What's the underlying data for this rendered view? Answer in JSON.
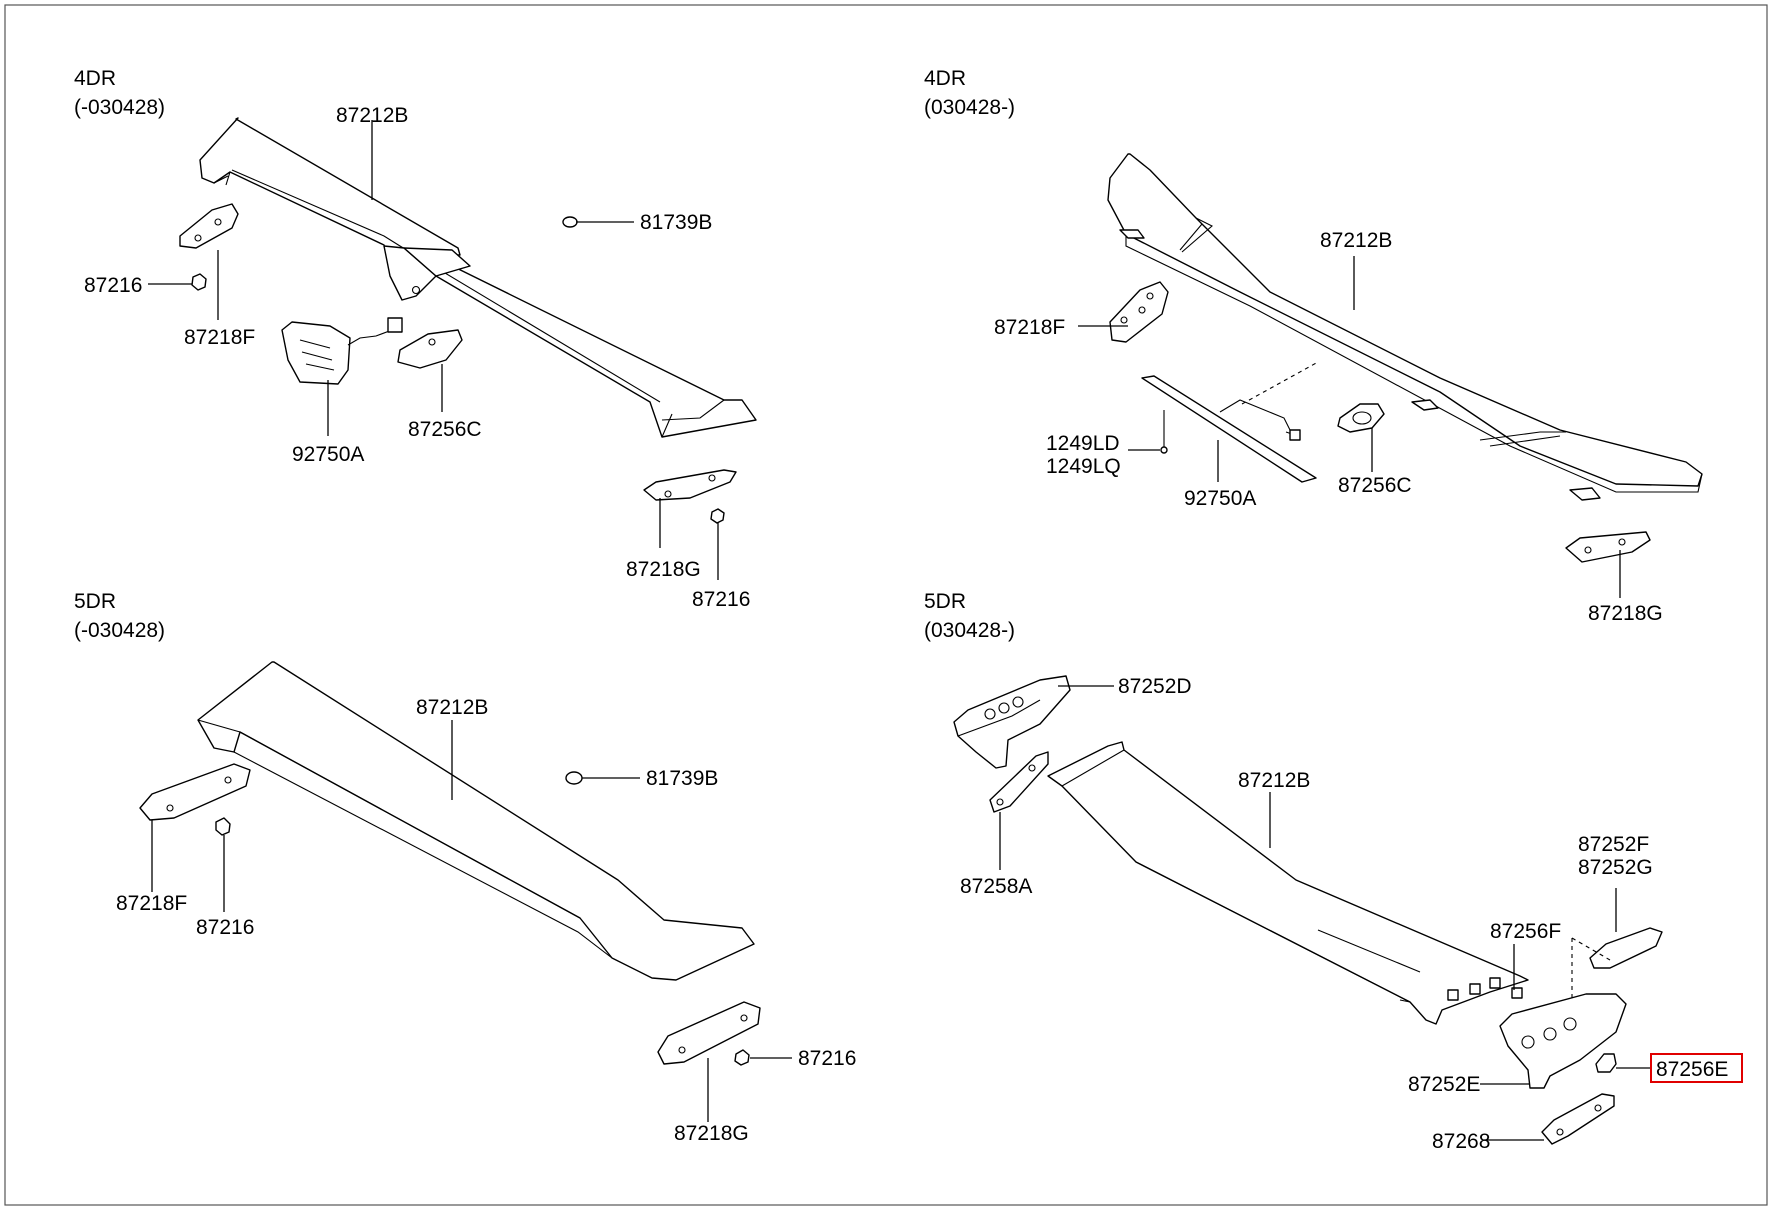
{
  "sections": {
    "tl": {
      "title": "4DR",
      "range": "(-030428)"
    },
    "tr": {
      "title": "4DR",
      "range": "(030428-)"
    },
    "bl": {
      "title": "5DR",
      "range": "(-030428)"
    },
    "br": {
      "title": "5DR",
      "range": "(030428-)"
    }
  },
  "labels": {
    "tl_87212B": "87212B",
    "tl_81739B": "81739B",
    "tl_87216_a": "87216",
    "tl_87218F": "87218F",
    "tl_92750A": "92750A",
    "tl_87256C": "87256C",
    "tl_87218G": "87218G",
    "tl_87216_b": "87216",
    "tr_87212B": "87212B",
    "tr_87218F": "87218F",
    "tr_1249LD": "1249LD",
    "tr_1249LQ": "1249LQ",
    "tr_92750A": "92750A",
    "tr_87256C": "87256C",
    "tr_87218G": "87218G",
    "bl_87212B": "87212B",
    "bl_81739B": "81739B",
    "bl_87218F": "87218F",
    "bl_87216_a": "87216",
    "bl_87216_b": "87216",
    "bl_87218G": "87218G",
    "br_87252D": "87252D",
    "br_87212B": "87212B",
    "br_87258A": "87258A",
    "br_87252F": "87252F",
    "br_87252G": "87252G",
    "br_87256F": "87256F",
    "br_87256E": "87256E",
    "br_87252E": "87252E",
    "br_87268": "87268"
  },
  "highlight": {
    "part": "87256E",
    "color": "#e00000"
  }
}
